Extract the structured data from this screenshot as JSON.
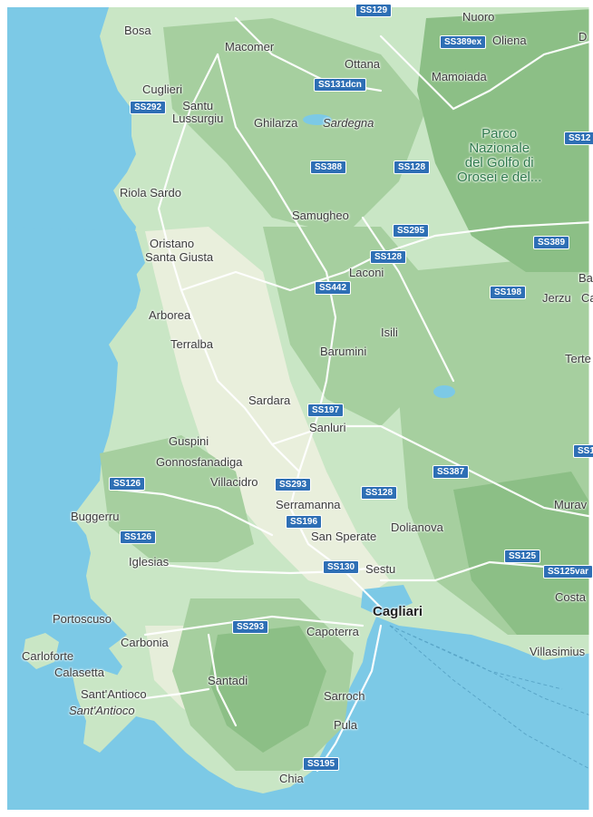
{
  "colors": {
    "sea": "#7cc9e6",
    "land": "#c9e6c5",
    "hills": "#a6cf9f",
    "mountain": "#8cbf86",
    "plain": "#eef0df",
    "road": "#ffffff",
    "shield": "#2e6fb5",
    "park_text": "#2f7a4d"
  },
  "places": {
    "nuoro": "Nuoro",
    "oliena": "Oliena",
    "bosa": "Bosa",
    "macomer": "Macomer",
    "ottana": "Ottana",
    "mamoiada": "Mamoiada",
    "cuglieri": "Cuglieri",
    "santu_lussurgiu": "Santu\nLussurgiu",
    "ghilarza": "Ghilarza",
    "sardegna": "Sardegna",
    "riola_sardo": "Riola Sardo",
    "samugheo": "Samugheo",
    "oristano": "Oristano",
    "santa_giusta": "Santa Giusta",
    "laconi": "Laconi",
    "arborea": "Arborea",
    "terralba": "Terralba",
    "isili": "Isili",
    "barumini": "Barumini",
    "sardara": "Sardara",
    "sanluri": "Sanluri",
    "guspini": "Guspini",
    "gonnosfanadiga": "Gonnosfanadiga",
    "villacidro": "Villacidro",
    "serramanna": "Serramanna",
    "buggerru": "Buggerru",
    "dolianova": "Dolianova",
    "san_sperate": "San Sperate",
    "iglesias": "Iglesias",
    "sestu": "Sestu",
    "cagliari": "Cagliari",
    "portoscuso": "Portoscuso",
    "carbonia": "Carbonia",
    "capoterra": "Capoterra",
    "carloforte": "Carloforte",
    "calasetta": "Calasetta",
    "santadi": "Santadi",
    "sant_antioco_town": "Sant'Antioco",
    "sant_antioco_island": "Sant'Antioco",
    "sarroch": "Sarroch",
    "pula": "Pula",
    "chia": "Chia",
    "jerzu": "Jerzu",
    "villasimius": "Villasimius",
    "costa": "Costa",
    "murav": "Murav",
    "terte": "Terte",
    "ba": "Ba",
    "ca": "Ca",
    "d": "D",
    "park": "Parco\nNazionale\ndel Golfo di\nOrosei e del..."
  },
  "roads": {
    "ss129": "SS129",
    "ss389ex": "SS389ex",
    "ss131dcn": "SS131dcn",
    "ss292": "SS292",
    "ss12": "SS12",
    "ss388": "SS388",
    "ss128_a": "SS128",
    "ss295": "SS295",
    "ss389": "SS389",
    "ss128_b": "SS128",
    "ss442": "SS442",
    "ss198": "SS198",
    "ss197": "SS197",
    "ss126_a": "SS126",
    "ss293_a": "SS293",
    "ss387": "SS387",
    "ss128_c": "SS128",
    "ss196": "SS196",
    "ss126_b": "SS126",
    "ss130": "SS130",
    "ss125": "SS125",
    "ss125var": "SS125var",
    "ss293_b": "SS293",
    "ss195": "SS195",
    "ss1": "SS1"
  }
}
